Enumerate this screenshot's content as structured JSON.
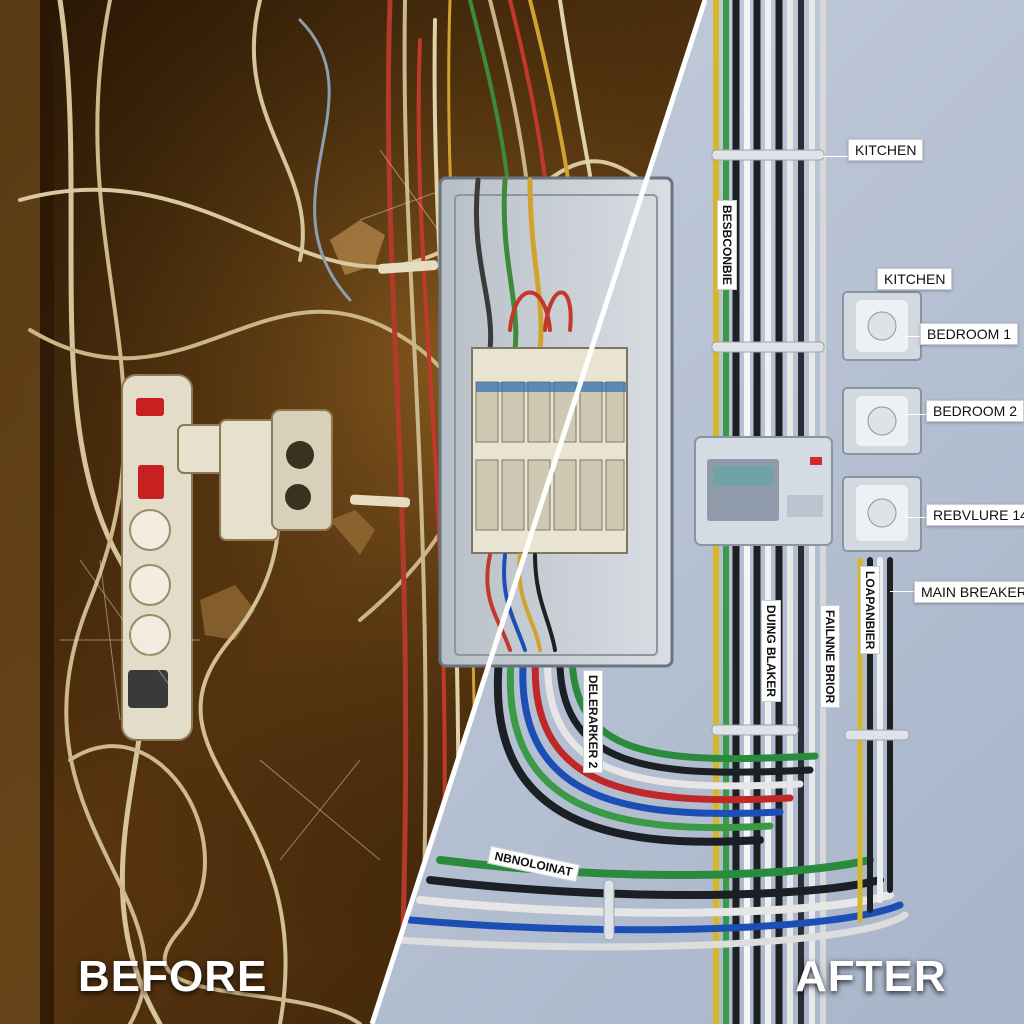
{
  "captions": {
    "before": "BEFORE",
    "after": "AFTER"
  },
  "labels": {
    "kitchen_top": "KITCHEN",
    "kitchen_outlet": "KITCHEN",
    "bedroom_1": "BEDROOM 1",
    "bedroom_2": "BEDROOM 2",
    "outlet_3": "REBVLURE 14",
    "main_breaker": "MAIN BREAKER",
    "bundle_vertical_top": "BESBCONBIE",
    "bundle_mid_1": "DUING BLAKER",
    "bundle_mid_2": "FAILNNE BRIOR",
    "bundle_right": "LOAPANBIER",
    "bundle_lower": "DELERARKER 2",
    "bundle_bottom": "NBNOLOINAT"
  },
  "colors": {
    "before_bg": "#3a2309",
    "after_bg": "#b9c4d6",
    "divider": "#ffffff"
  }
}
